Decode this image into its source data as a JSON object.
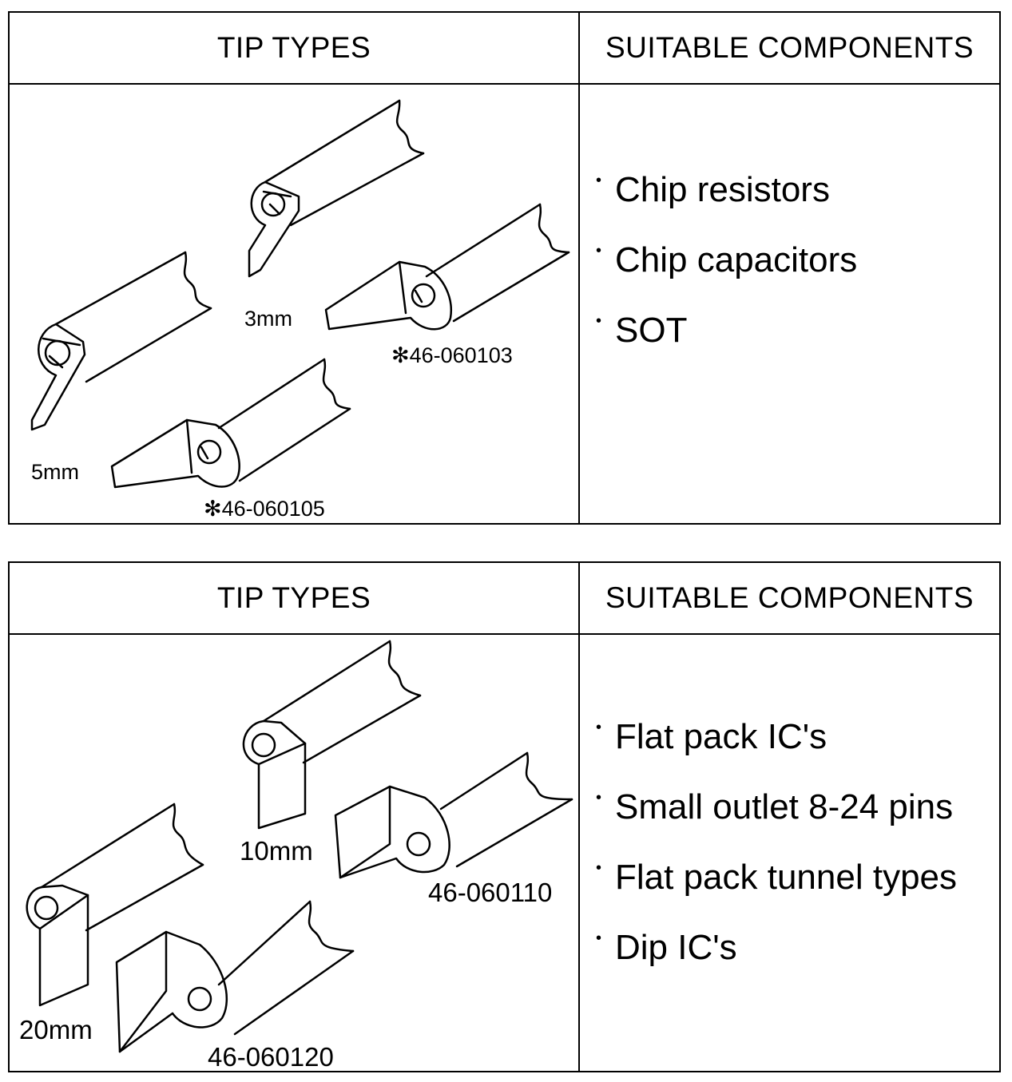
{
  "table1": {
    "header_left": "TIP TYPES",
    "header_right": "SUITABLE COMPONENTS",
    "tips": {
      "small_label": "3mm",
      "small_flat_code": "✻46-060103",
      "large_label": "5mm",
      "large_flat_code": "✻46-060105"
    },
    "components": [
      "Chip resistors",
      "Chip capacitors",
      "SOT"
    ]
  },
  "table2": {
    "header_left": "TIP TYPES",
    "header_right": "SUITABLE COMPONENTS",
    "tips": {
      "small_label": "10mm",
      "small_flat_code": "46-060110",
      "large_label": "20mm",
      "large_flat_code": "46-060120"
    },
    "components": [
      "Flat pack IC's",
      "Small outlet 8-24 pins",
      "Flat pack tunnel types",
      "Dip IC's"
    ]
  },
  "bullet_glyph": "•"
}
